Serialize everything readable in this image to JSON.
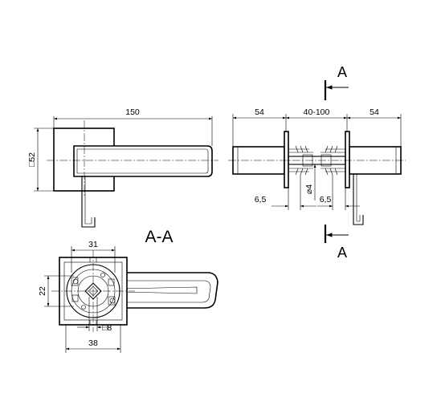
{
  "dimensions": {
    "top_length": "150",
    "rose_square": "□52",
    "left_section": "54",
    "door_range": "40-100",
    "right_section": "54",
    "thread_left": "6,5",
    "spindle_dia": "⌀4",
    "thread_right": "6,5",
    "bottom_width": "31",
    "bottom_height": "22",
    "square_spindle": "□8",
    "bottom_total": "38"
  },
  "section_label": "A-A",
  "cut_marker_top": "A",
  "cut_marker_bottom": "A",
  "colors": {
    "line": "#000000",
    "background": "#ffffff"
  }
}
